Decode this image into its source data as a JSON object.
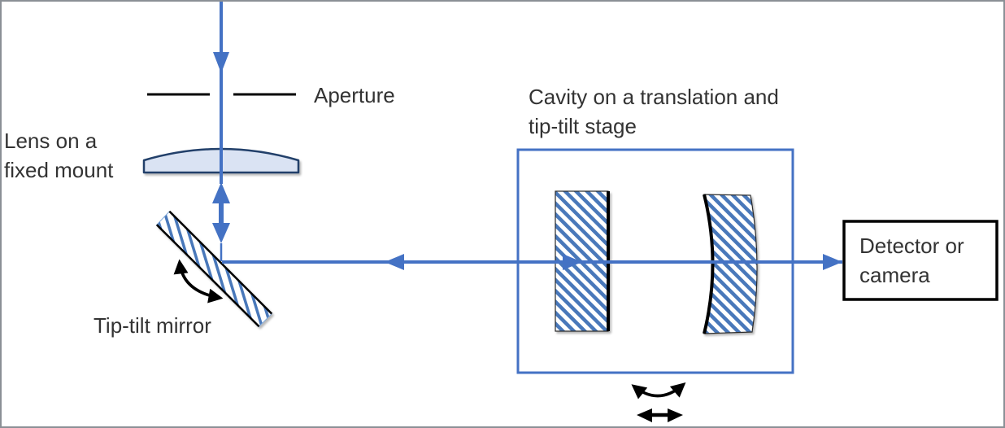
{
  "labels": {
    "aperture": "Aperture",
    "lens_line1": "Lens on a",
    "lens_line2": "fixed mount",
    "tip_tilt_mirror": "Tip-tilt mirror",
    "cavity_line1": "Cavity on a translation and",
    "cavity_line2": "tip-tilt stage",
    "detector_line1": "Detector or",
    "detector_line2": "camera"
  },
  "colors": {
    "beam_blue": "#4472c4",
    "hatch_blue": "#4878ba",
    "lens_fill": "#dae3f3",
    "lens_stroke": "#24416b",
    "cavity_box_stroke": "#4472c4",
    "detector_box_stroke": "#000000",
    "arrow_black": "#000000",
    "text": "#333333",
    "frame_border": "#8b9096"
  }
}
